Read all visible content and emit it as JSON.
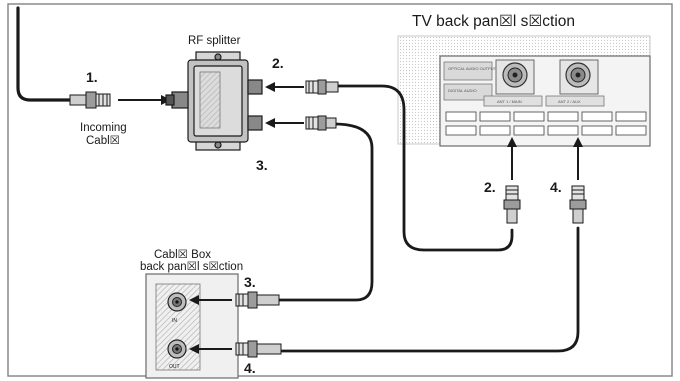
{
  "labels": {
    "tv_panel_title": "TV back pan☒l s☒ction",
    "rf_splitter": "RF splitter",
    "incoming_line1": "Incoming",
    "incoming_line2": "Cabl☒",
    "cable_box_line1": "Cabl☒ Box",
    "cable_box_line2": "back pan☒l s☒ction",
    "cable_box_in": "IN",
    "cable_box_out": "OUT"
  },
  "steps": {
    "s1": "1.",
    "s2_splitter": "2.",
    "s3_splitter": "3.",
    "s2_tv": "2.",
    "s4_tv": "4.",
    "s3_box": "3.",
    "s4_box": "4."
  },
  "tv_panel": {
    "label_left_top": "OPTICAL AUDIO OUTPUT",
    "label_left_bottom": "DIGITAL AUDIO",
    "label_ant1": "ANT 1 / MAIN",
    "label_ant2": "ANT 2 / AUX"
  },
  "colors": {
    "line": "#1a1a1a",
    "panel_fill": "#f1f1f1",
    "hatch": "#bdbdbd",
    "frame": "#8a8a8a"
  }
}
